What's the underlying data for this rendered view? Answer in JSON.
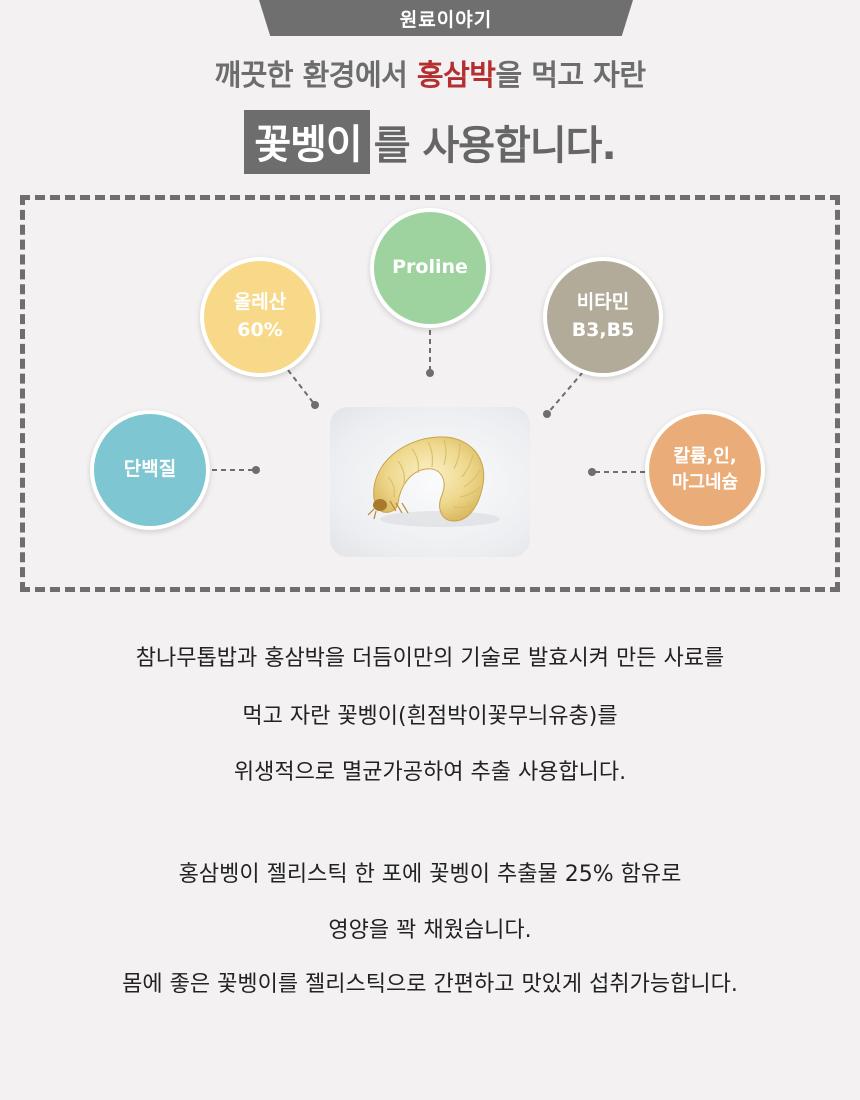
{
  "tag_label": "원료이야기",
  "headline": {
    "line1_before": "깨끗한 환경에서 ",
    "line1_accent": "홍삼박",
    "line1_after": "을 먹고 자란",
    "line2_highlight": "꽃벵이",
    "line2_rest": "를 사용합니다."
  },
  "nutrients": {
    "protein": {
      "line1": "단백질"
    },
    "oleic": {
      "line1": "올레산",
      "line2": "60%"
    },
    "proline": {
      "line1": "Proline"
    },
    "vitamin": {
      "line1": "비타민",
      "line2": "B3,B5"
    },
    "mineral": {
      "line1": "칼륨,인,",
      "line2": "마그네슘"
    }
  },
  "colors": {
    "protein": "#7ec7d2",
    "oleic": "#f7d989",
    "proline": "#9ed3a0",
    "vitamin": "#b3ab9a",
    "mineral": "#eaad79",
    "accent": "#b52f31"
  },
  "description": {
    "line1": "참나무톱밥과 홍삼박을  더듬이만의 기술로 발효시켜 만든  사료를",
    "line2": "먹고 자란 꽃벵이(흰점박이꽃무늬유충)를",
    "line3": "위생적으로 멸균가공하여  추출 사용합니다.",
    "line4": "홍삼벵이 젤리스틱 한 포에 꽃벵이 추출물 25% 함유로",
    "line5": "영양을 꽉 채웠습니다.",
    "line6": "몸에 좋은 꽃벵이를 젤리스틱으로 간편하고 맛있게 섭취가능합니다."
  }
}
